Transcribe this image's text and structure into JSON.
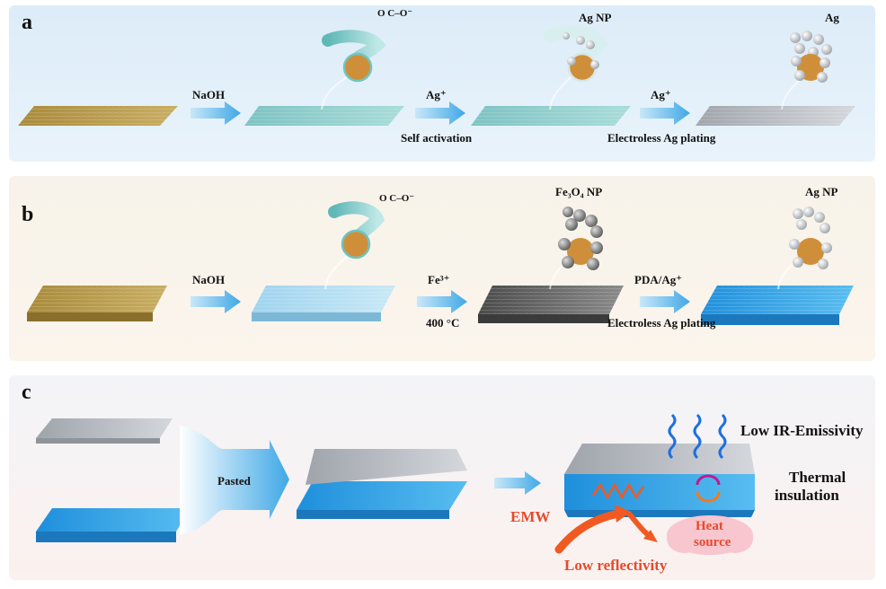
{
  "panels": [
    {
      "label": "a"
    },
    {
      "label": "b"
    },
    {
      "label": "c"
    }
  ],
  "panel_a": {
    "step1": "NaOH",
    "step2_top": "Ag⁺",
    "step2_bottom": "Self activation",
    "step3_top": "Ag⁺",
    "step3_bottom": "Electroless Ag plating",
    "carboxyl": "O  C–O⁻",
    "np_label": "Ag NP",
    "final_label": "Ag"
  },
  "panel_b": {
    "step1": "NaOH",
    "step2_top": "Fe³⁺",
    "step2_bottom": "400 °C",
    "step3_top": "PDA/Ag⁺",
    "step3_bottom": "Electroless Ag plating",
    "carboxyl": "O  C–O⁻",
    "np_label": "Fe₃O₄ NP",
    "final_label": "Ag NP"
  },
  "panel_c": {
    "pasted": "Pasted",
    "low_ir": "Low IR-Emissivity",
    "thermal": "Thermal",
    "insulation": "insulation",
    "emw": "EMW",
    "heat": "Heat",
    "source": "source",
    "low_reflectivity": "Low reflectivity"
  },
  "colors": {
    "fabric_raw": "#b99a4a",
    "fabric_treated": "#8fd0d0",
    "fabric_silver": "#b9bcc2",
    "fabric_blue": "#3aa9e8",
    "arrow_blue": "#55b8ec",
    "fiber_core": "#cf8f3a",
    "emw_orange": "#f05a22"
  }
}
